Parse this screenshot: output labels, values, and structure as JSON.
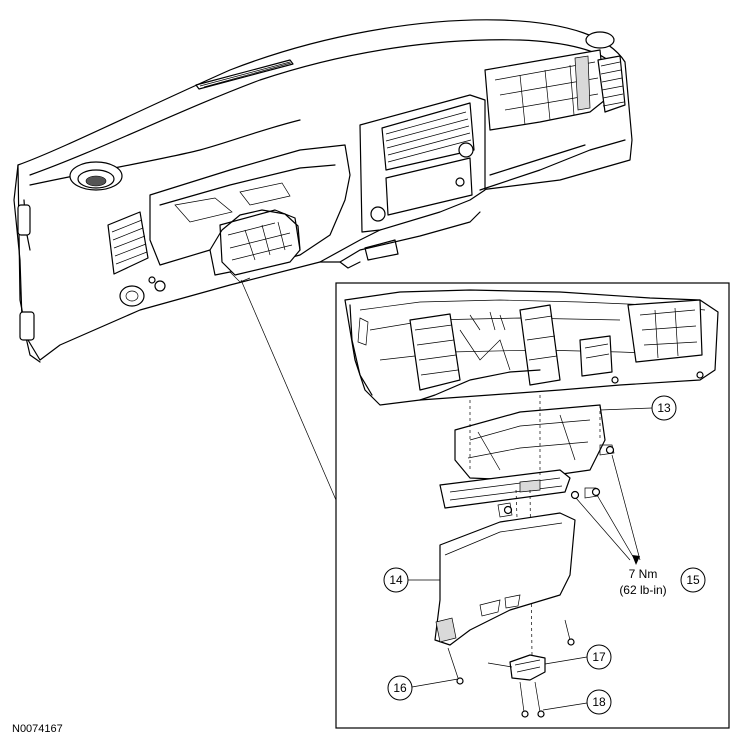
{
  "figure": {
    "id_label": "N0074167",
    "callouts": [
      "13",
      "14",
      "15",
      "16",
      "17",
      "18"
    ],
    "torque": {
      "line1": "7 Nm",
      "line2": "(62 lb-in)"
    }
  }
}
